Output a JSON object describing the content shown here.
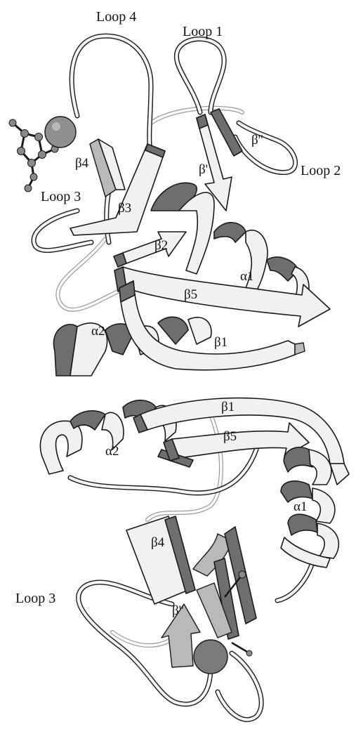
{
  "figure": {
    "top_panel": {
      "labels": {
        "loop4": "Loop 4",
        "loop1": "Loop 1",
        "loop2": "Loop 2",
        "loop3": "Loop 3",
        "beta_prime": "β'",
        "beta_double_prime": "β''",
        "beta4": "β4",
        "beta3": "β3",
        "beta2": "β2",
        "beta5": "β5",
        "beta1": "β1",
        "alpha1": "α1",
        "alpha2": "α2"
      }
    },
    "bottom_panel": {
      "labels": {
        "beta1": "β1",
        "beta5": "β5",
        "alpha2": "α2",
        "alpha1": "α1",
        "beta4": "β4",
        "loop3": "Loop 3",
        "beta_double_prime": "β''"
      }
    },
    "colors": {
      "ribbon_light": "#f1f1f1",
      "ribbon_dark": "#6e6e6e",
      "outline": "#1a1a1a",
      "background": "#ffffff"
    }
  }
}
